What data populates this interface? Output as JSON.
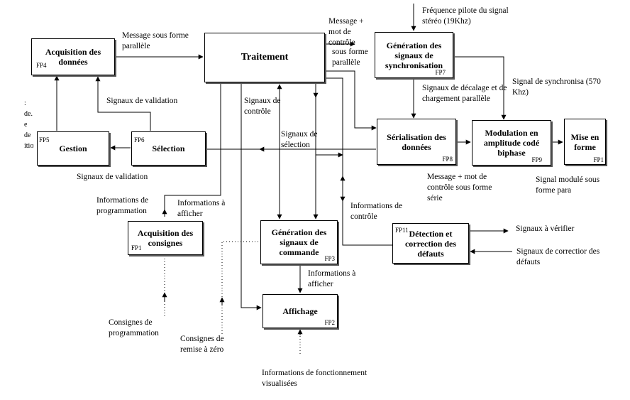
{
  "boxes": {
    "fp4": {
      "title": "Acquisition des données",
      "tag": "FP4"
    },
    "traitement": {
      "title": "Traitement"
    },
    "fp7": {
      "title": "Génération des signaux de synchronisation",
      "tag": "FP7"
    },
    "fp5": {
      "title": "Gestion",
      "tag": "FP5"
    },
    "fp6": {
      "title": "Sélection",
      "tag": "FP6"
    },
    "fp8": {
      "title": "Sérialisation des données",
      "tag": "FP8"
    },
    "fp9": {
      "title": "Modulation en amplitude codé biphase",
      "tag": "FP9"
    },
    "fp10": {
      "title": "Mise en forme",
      "tag": "FP1"
    },
    "fp1": {
      "title": "Acquisition des consignes",
      "tag": "FP1"
    },
    "fp3": {
      "title": "Génération des signaux de commande",
      "tag": "FP3"
    },
    "fp11": {
      "title": "Détection et correction des défauts",
      "tag": "FP11"
    },
    "fp2": {
      "title": "Affichage",
      "tag": "FP2"
    }
  },
  "labels": {
    "msg_parallele": "Message sous forme parallèle",
    "msg_mot_controle": "Message + mot de contrôle",
    "sous_forme_parallele": "sous forme parallèle",
    "freq_pilote": "Fréquence pilote du signal stéréo (19Khz)",
    "signaux_validation_top": "Signaux de validation",
    "signaux_controle": "Signaux de contrôle",
    "signaux_decalage": "Signaux de décalage et de chargement parallèle",
    "signal_synchro": "Signal de synchronisa (570 Khz)",
    "left_cut": ": de. e de ition",
    "signaux_selection": "Signaux de sélection",
    "signaux_validation_bottom": "Signaux de validation",
    "msg_serie": "Message + mot de contrôle sous forme série",
    "signal_module": "Signal modulé sous forme para",
    "infos_programmation": "Informations de programmation",
    "infos_afficher_1": "Informations à afficher",
    "infos_controle": "Informations de contrôle",
    "signaux_verifier": "Signaux à vérifier",
    "signaux_correction": "Signaux de correctior des défauts",
    "infos_afficher_2": "Informations à afficher",
    "consignes_prog": "Consignes de programmation",
    "consignes_raz": "Consignes de remise à zéro",
    "infos_fonctionnement": "Informations de fonctionnement visualisées"
  }
}
